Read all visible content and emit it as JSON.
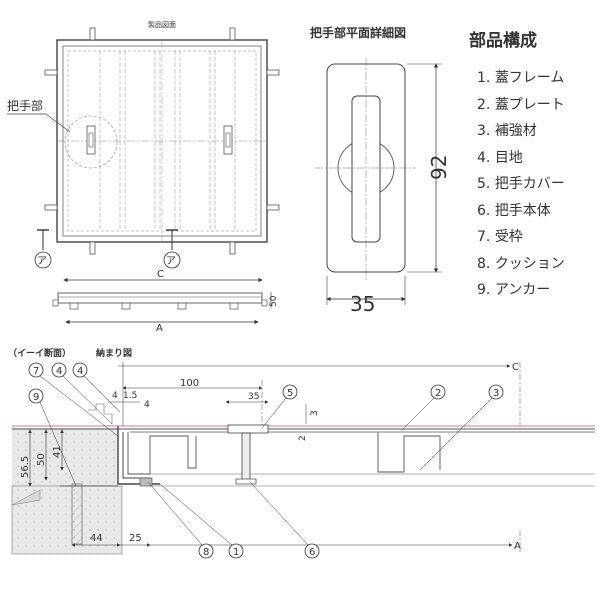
{
  "plan": {
    "title": "製品図面",
    "handle_label": "把手部",
    "section_mark": "ア",
    "dim_c": "C",
    "dim_a": "A",
    "dim_50": "50"
  },
  "handle_detail": {
    "title": "把手部平面詳細図",
    "height": "92",
    "width": "35"
  },
  "parts": {
    "title": "部品構成",
    "items": [
      {
        "num": "1.",
        "name": "蓋フレーム"
      },
      {
        "num": "2.",
        "name": "蓋プレート"
      },
      {
        "num": "3.",
        "name": "補強材"
      },
      {
        "num": "4.",
        "name": "目地"
      },
      {
        "num": "5.",
        "name": "把手カバー"
      },
      {
        "num": "6.",
        "name": "把手本体"
      },
      {
        "num": "7.",
        "name": "受枠"
      },
      {
        "num": "8.",
        "name": "クッション"
      },
      {
        "num": "9.",
        "name": "アンカー"
      }
    ]
  },
  "section": {
    "title_left": "（イーイ断面）",
    "title_right": "納まり図",
    "dim_c": "C",
    "dim_a": "A",
    "dims": {
      "d100": "100",
      "d4a": "4",
      "d15": "1.5",
      "d4b": "4",
      "d35": "35",
      "d3": "3",
      "d2": "2",
      "d565": "56.5",
      "d50": "50",
      "d41": "41",
      "d44": "44",
      "d25": "25"
    },
    "callouts": {
      "c1": "1",
      "c2": "2",
      "c3": "3",
      "c4a": "4",
      "c4b": "4",
      "c5": "5",
      "c6": "6",
      "c7": "7",
      "c8": "8",
      "c9": "9"
    }
  }
}
